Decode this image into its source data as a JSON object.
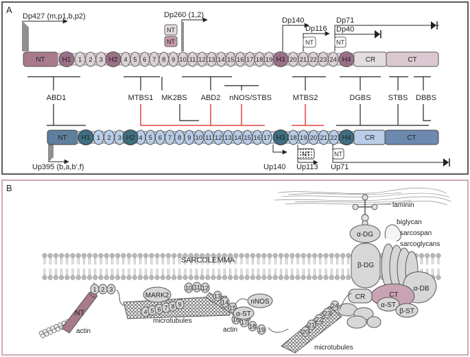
{
  "panels": {
    "a_label": "A",
    "b_label": "B"
  },
  "colors": {
    "panel_a_border": "#5a5a5a",
    "panel_b_border": "#cfa9b8",
    "dys_domain": "#a87a8c",
    "dys_segment": "#dcd2d6",
    "dys_rod_rect": "#e4dde0",
    "utr_domain": "#5f7f9e",
    "utr_segment": "#b8cde6",
    "utr_hinge": "#3f6f80",
    "utr_ct": "#6d89b0",
    "red_line": "#e02020",
    "membrane": "#b8b8b8",
    "red_text": "#e02020"
  },
  "panel_a": {
    "dystrophin": {
      "promoters": {
        "dp427": "Dp427 (m,p1,b,p2)",
        "dp260": "Dp260 (1,2)",
        "dp140": "Dp140",
        "dp116": "Dp116",
        "dp71": "Dp71",
        "dp40": "Dp40"
      },
      "nt_boxes": {
        "nt1": "NT",
        "nt2": "NT",
        "nt3": "NT",
        "nt4": "NT"
      },
      "domains": {
        "nt": "NT",
        "h1": "H1",
        "h2": "H2",
        "h3": "H3",
        "h4": "H4",
        "cr": "CR",
        "ct": "CT"
      },
      "repeats_1_3": [
        "1",
        "2",
        "3"
      ],
      "repeats_4_19": [
        "4",
        "5",
        "6",
        "7",
        "8",
        "9",
        "10",
        "11",
        "12",
        "13",
        "14",
        "15",
        "16",
        "17",
        "18",
        "19"
      ],
      "repeats_20_24": [
        "20",
        "21",
        "22",
        "23",
        "24"
      ]
    },
    "binding_sites": {
      "abd1": "ABD1",
      "mtbs1": "MTBS1",
      "mk2bs": "MK2BS",
      "abd2": "ABD2",
      "nnos_stbs": "nNOS/STBS",
      "mtbs2": "MTBS2",
      "dgbs": "DGBS",
      "stbs": "STBS",
      "dbbs": "DBBS"
    },
    "utrophin": {
      "domains": {
        "nt": "NT",
        "h1": "H1",
        "h2": "H2",
        "h3": "H3",
        "h4": "H4",
        "cr": "CR",
        "ct": "CT"
      },
      "repeats_1_3": [
        "1",
        "2",
        "3"
      ],
      "repeats_4_17": [
        "4",
        "5",
        "6",
        "7",
        "8",
        "9",
        "10",
        "11",
        "12",
        "13",
        "14",
        "15",
        "16",
        "17"
      ],
      "repeats_18_22": [
        "18",
        "19",
        "20",
        "21",
        "22"
      ],
      "promoters": {
        "up395": "Up395 (b,a,b',f)",
        "up140": "Up140",
        "up113": "Up113",
        "up71": "Up71"
      },
      "nt_boxes": {
        "nt1": "NT",
        "nt2": "NT"
      }
    }
  },
  "panel_b": {
    "sarcolemma": "SARCOLEMMA",
    "nt": "NT",
    "actin_left": "actin",
    "actin_mid": "actin",
    "mark2": "MARK2",
    "microtubules_left": "microtubules",
    "microtubules_right": "microtubules",
    "alpha_st_red": "α-ST",
    "nnos": "nNOS",
    "repeats_1_3": [
      "1",
      "2",
      "3"
    ],
    "repeats_4_9": [
      "4",
      "5",
      "6",
      "7",
      "8",
      "9"
    ],
    "repeats_10_12": [
      "10",
      "11",
      "12"
    ],
    "repeats_13_19": [
      "13",
      "14",
      "15",
      "16",
      "17",
      "18",
      "19"
    ],
    "repeats_20_24": [
      "20",
      "21",
      "22",
      "23",
      "24"
    ],
    "laminin": "laminin",
    "biglycan": "biglycan",
    "sarcospan": "sarcospan",
    "sarcoglycans": "sarcoglycans",
    "alpha_dg": "α-DG",
    "beta_dg": "β-DG",
    "alpha_db": "α-DB",
    "cr": "CR",
    "ct": "CT",
    "alpha_st": "α-ST",
    "beta_st": "β-ST"
  }
}
